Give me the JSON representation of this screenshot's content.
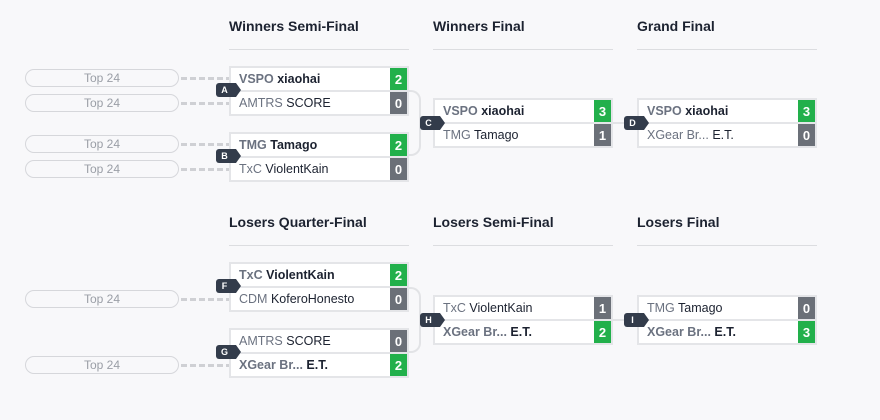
{
  "headers": {
    "winners_semi": "Winners Semi-Final",
    "winners_final": "Winners Final",
    "grand_final": "Grand Final",
    "losers_quarter": "Losers Quarter-Final",
    "losers_semi": "Losers Semi-Final",
    "losers_final": "Losers Final"
  },
  "seed_label": "Top 24",
  "colors": {
    "win": "#22b04b",
    "lose": "#6b7078",
    "badge": "#333c4b"
  },
  "matches": {
    "A": {
      "label": "A",
      "p1": {
        "team": "VSPO",
        "player": "xiaohai",
        "score": "2",
        "win": true
      },
      "p2": {
        "team": "AMTRS",
        "player": "SCORE",
        "score": "0",
        "win": false
      }
    },
    "B": {
      "label": "B",
      "p1": {
        "team": "TMG",
        "player": "Tamago",
        "score": "2",
        "win": true
      },
      "p2": {
        "team": "TxC",
        "player": "ViolentKain",
        "score": "0",
        "win": false
      }
    },
    "C": {
      "label": "C",
      "p1": {
        "team": "VSPO",
        "player": "xiaohai",
        "score": "3",
        "win": true
      },
      "p2": {
        "team": "TMG",
        "player": "Tamago",
        "score": "1",
        "win": false
      }
    },
    "D": {
      "label": "D",
      "p1": {
        "team": "VSPO",
        "player": "xiaohai",
        "score": "3",
        "win": true
      },
      "p2": {
        "team": "XGear Br...",
        "player": "E.T.",
        "score": "0",
        "win": false
      }
    },
    "F": {
      "label": "F",
      "p1": {
        "team": "TxC",
        "player": "ViolentKain",
        "score": "2",
        "win": true
      },
      "p2": {
        "team": "CDM",
        "player": "KoferoHonesto",
        "score": "0",
        "win": false
      }
    },
    "G": {
      "label": "G",
      "p1": {
        "team": "AMTRS",
        "player": "SCORE",
        "score": "0",
        "win": false
      },
      "p2": {
        "team": "XGear Br...",
        "player": "E.T.",
        "score": "2",
        "win": true
      }
    },
    "H": {
      "label": "H",
      "p1": {
        "team": "TxC",
        "player": "ViolentKain",
        "score": "1",
        "win": false
      },
      "p2": {
        "team": "XGear Br...",
        "player": "E.T.",
        "score": "2",
        "win": true
      }
    },
    "I": {
      "label": "I",
      "p1": {
        "team": "TMG",
        "player": "Tamago",
        "score": "0",
        "win": false
      },
      "p2": {
        "team": "XGear Br...",
        "player": "E.T.",
        "score": "3",
        "win": true
      }
    }
  }
}
